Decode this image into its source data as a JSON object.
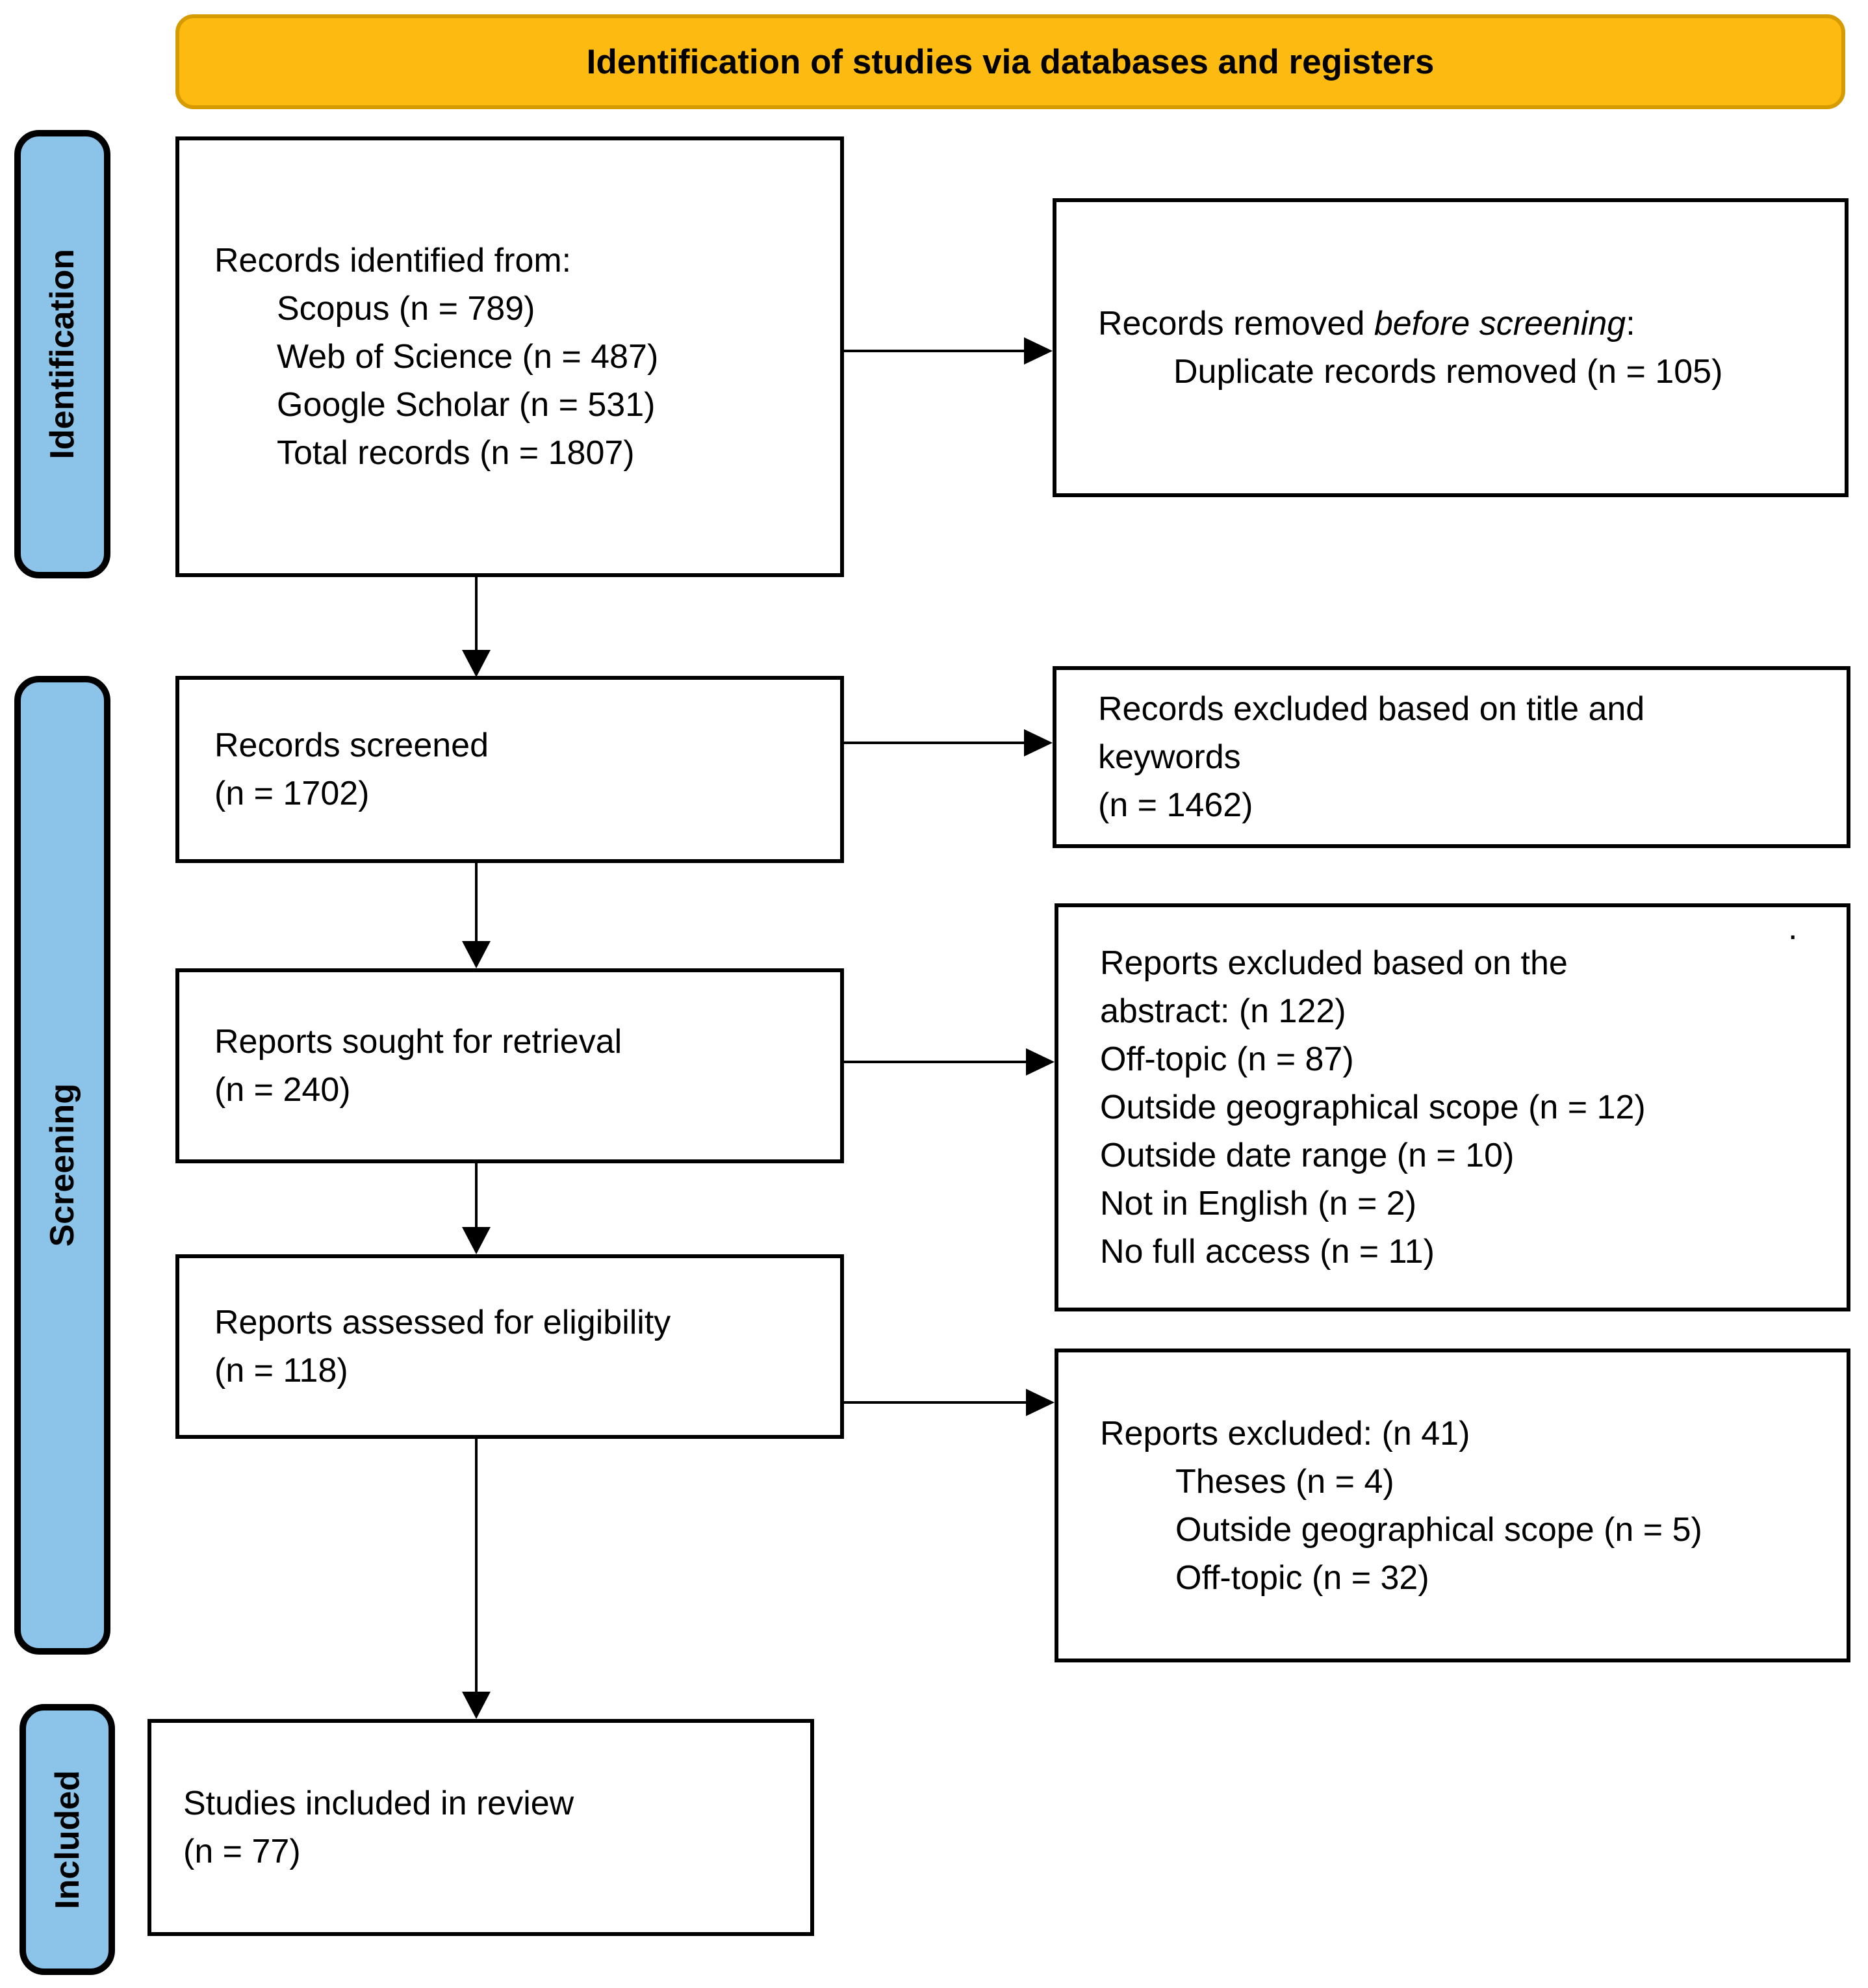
{
  "banner": {
    "title": "Identification of studies via databases and registers"
  },
  "sidebar": {
    "stages": [
      {
        "label": "Identification"
      },
      {
        "label": "Screening"
      },
      {
        "label": "Included"
      }
    ]
  },
  "flow": {
    "identified": {
      "title": "Records identified from:",
      "items": [
        "Scopus (n = 789)",
        "Web of Science (n = 487)",
        "Google Scholar (n = 531)",
        "Total records (n = 1807)"
      ]
    },
    "screened": {
      "line1": "Records screened",
      "line2": "(n = 1702)"
    },
    "sought": {
      "line1": "Reports sought for retrieval",
      "line2": "(n = 240)"
    },
    "assessed": {
      "line1": "Reports assessed for eligibility",
      "line2": "(n = 118)"
    },
    "included": {
      "line1": "Studies included in review",
      "line2": "(n = 77)"
    }
  },
  "exclusions": {
    "removed_before_screening": {
      "title_prefix": "Records removed ",
      "title_italic": "before screening",
      "title_suffix": ":",
      "items": [
        "Duplicate records removed (n = 105)"
      ]
    },
    "excluded_title_keywords": {
      "lines": [
        "Records excluded based on title and",
        "keywords",
        "(n = 1462)"
      ]
    },
    "excluded_abstract": {
      "stray_mark": ".",
      "lines": [
        "Reports excluded based on the",
        "abstract: (n 122)",
        "Off-topic (n = 87)",
        "Outside geographical scope (n = 12)",
        "Outside date range (n = 10)",
        "Not in English (n = 2)",
        "No full access (n = 11)"
      ]
    },
    "excluded_full_text": {
      "title": "Reports excluded: (n 41)",
      "items": [
        "Theses (n = 4)",
        "Outside geographical scope (n = 5)",
        "Off-topic (n = 32)"
      ]
    }
  },
  "colors": {
    "banner_fill": "#FDBB11",
    "banner_border": "#D69B00",
    "stage_fill": "#8CC3E8",
    "box_border": "#000000",
    "text": "#000000"
  }
}
